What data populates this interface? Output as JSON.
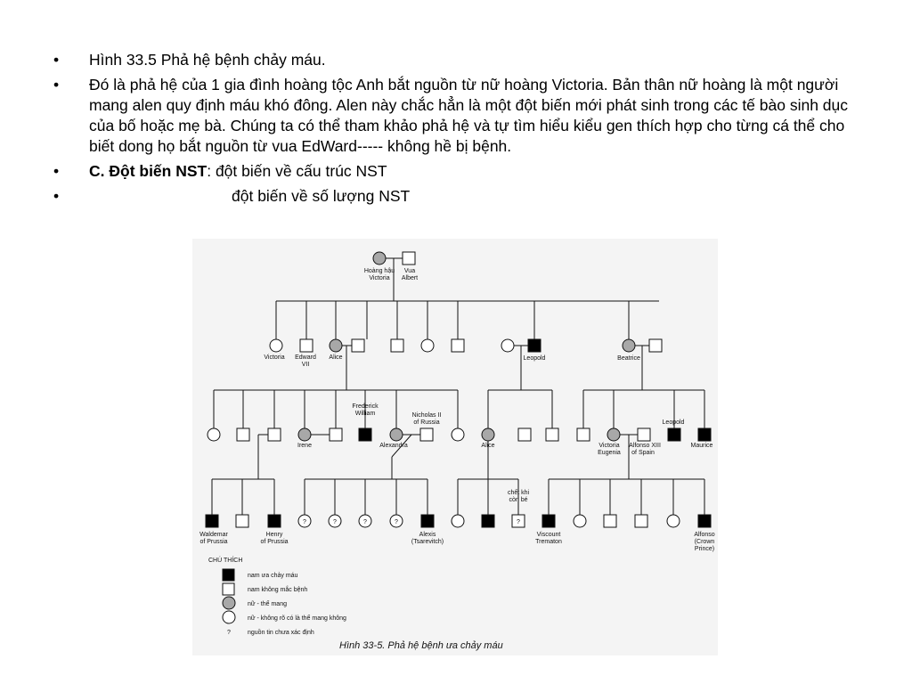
{
  "bullets": [
    {
      "text": "Hình 33.5 Phả hệ bệnh chảy máu."
    },
    {
      "text": "Đó là phả hệ của 1 gia đình hoàng tộc Anh bắt nguồn từ nữ hoàng Victoria. Bản thân nữ hoàng là một người mang alen quy định máu khó đông. Alen này chắc hẳn là một đột biến mới phát sinh trong các tế bào sinh dục của bố hoặc mẹ bà. Chúng ta có thể tham khảo phả hệ và tự tìm hiểu kiểu gen thích hợp cho từng cá thể cho biết dong họ bắt nguồn từ vua EdWard----- không hề bị bệnh."
    },
    {
      "bold": "C. Đột biến NST",
      "rest": ":  đột biến về cấu trúc NST"
    },
    {
      "text": "đột biến về số lượng NST"
    }
  ],
  "bullet_symbol": "•",
  "pedigree": {
    "labels": {
      "victoria_queen_1": "Hoàng hậu",
      "victoria_queen_2": "Victoria",
      "albert_1": "Vua",
      "albert_2": "Albert",
      "victoria": "Victoria",
      "edward_1": "Edward",
      "edward_2": "VII",
      "alice": "Alice",
      "leopold": "Leopold",
      "beatrice": "Beatrice",
      "frederick_1": "Frederick",
      "frederick_2": "William",
      "nicholas_1": "Nicholas II",
      "nicholas_2": "of Russia",
      "irene": "Irene",
      "alexandra": "Alexandra",
      "alice2": "Alice",
      "leopold2": "Leopold",
      "victoria_eugenia_1": "Victoria",
      "victoria_eugenia_2": "Eugenia",
      "alfonso13_1": "Alfonso XIII",
      "alfonso13_2": "of Spain",
      "maurice": "Maurice",
      "died_1": "chết khi",
      "died_2": "còn bé",
      "waldemar_1": "Waldemar",
      "waldemar_2": "of Prussia",
      "henry_1": "Henry",
      "henry_2": "of Prussia",
      "alexis_1": "Alexis",
      "alexis_2": "(Tsarevitch)",
      "viscount_1": "Viscount",
      "viscount_2": "Trematon",
      "alfonso_1": "Alfonso",
      "alfonso_2": "(Crown",
      "alfonso_3": "Prince)",
      "unknown_mark": "?"
    },
    "legend": {
      "title": "CHÚ THÍCH",
      "affected_male": "nam ưa chảy máu",
      "healthy_male": "nam không mắc bệnh",
      "carrier_female": "nữ - thể mang",
      "unknown_female": "nữ - không rõ có là thể mang không",
      "unknown_source": "nguồn tin chưa xác định",
      "question_mark": "?"
    },
    "caption": "Hình 33-5. Phả hệ bệnh ưa chảy máu",
    "colors": {
      "affected": "#000000",
      "carrier": "#a8a8a8",
      "line": "#111111"
    }
  }
}
